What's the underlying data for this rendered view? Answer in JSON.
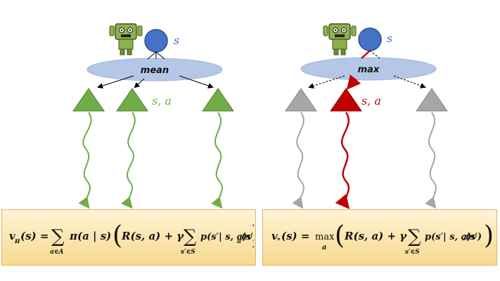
{
  "left_panel": {
    "state_label": "s",
    "operator_label": "mean",
    "action_label": "s, a",
    "equation": "v_π(s) = Σ_{a∈A} π(a | s) ( R(s, a) + γ Σ_{s'∈S} p(s' | s, a) v_π(s') )",
    "colors": {
      "state": "#4472c4",
      "action": "#70ad47",
      "ellipse": "#b4c7e7"
    }
  },
  "right_panel": {
    "state_label": "s",
    "operator_label": "max",
    "action_label": "s, a",
    "equation": "v_*(s) = max_a ( R(s, a) + γ Σ_{s'∈S} p(s' | s, a) v_*(s') )",
    "colors": {
      "state": "#4472c4",
      "selected_action": "#c00000",
      "other_action": "#a6a6a6",
      "ellipse": "#b4c7e7"
    }
  }
}
